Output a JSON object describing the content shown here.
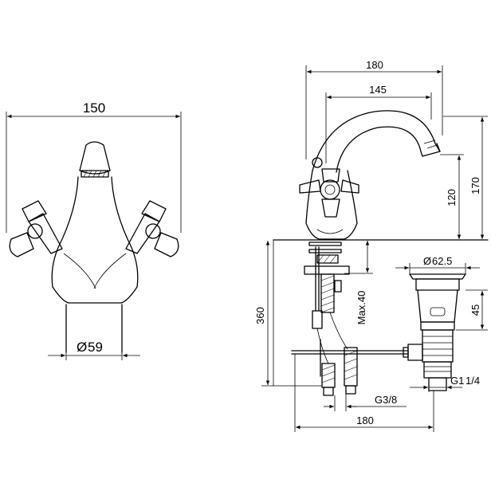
{
  "front_view": {
    "width_label": "150",
    "base_diameter_label": "59"
  },
  "side_view": {
    "overall_width_label": "180",
    "spout_reach_label": "145",
    "total_height_label": "170",
    "spout_height_label": "120",
    "deck_thickness_label": "Max.40",
    "below_deck_label": "360",
    "hose_thread_label": "G3/8",
    "bottom_width_label": "180"
  },
  "waste": {
    "flange_diameter_label": "62.5",
    "height_label": "45",
    "thread_label": "G1",
    "thread_fraction_label": "1/4"
  },
  "symbols": {
    "diameter": "Ø"
  }
}
